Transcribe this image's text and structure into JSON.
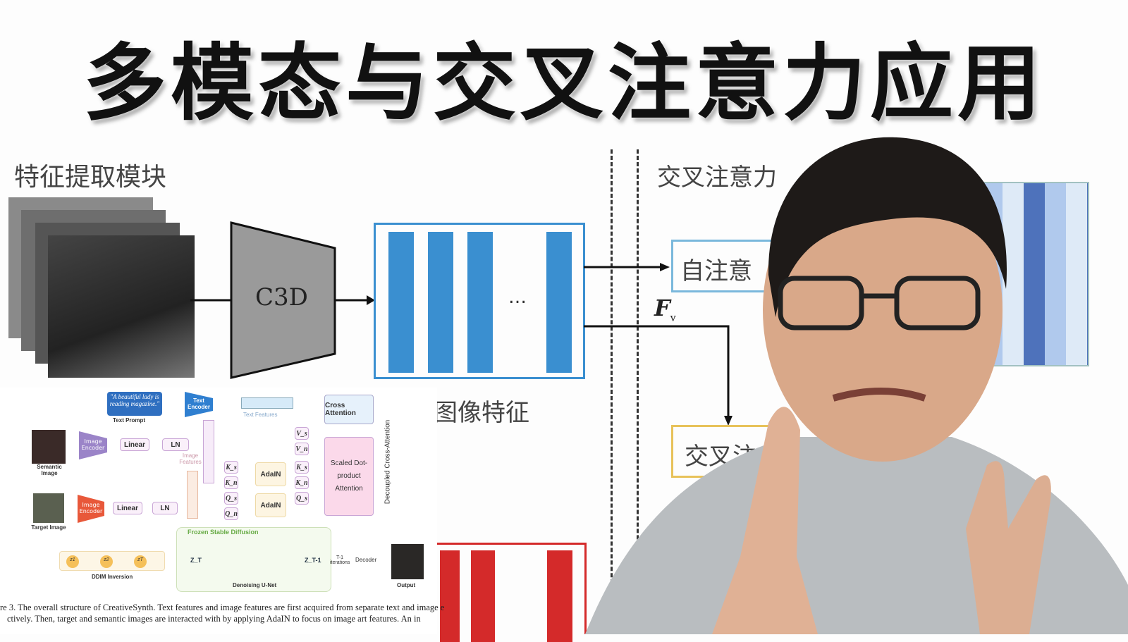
{
  "title": "多模态与交叉注意力应用",
  "diagram": {
    "feature_module_label": "特征提取模块",
    "c3d_label": "C3D",
    "ellipsis": "…",
    "image_features_label": "图像特征",
    "cross_attention_module_label": "交叉注意力",
    "self_attention_box": "自注意",
    "cross_attention_box": "交叉注",
    "fv_label": "F",
    "fv_sub": "v"
  },
  "figure": {
    "text_prompt_quote": "\"A beautiful lady is reading magazine.\"",
    "text_prompt": "Text Prompt",
    "text_encoder": "Text Encoder",
    "text_features": "Text Features",
    "cross_attention": "Cross Attention",
    "semantic_image": "Semantic Image",
    "target_image": "Target Image",
    "image_encoder": "Image Encoder",
    "linear": "Linear",
    "ln": "LN",
    "image_features": "Image Features",
    "adain": "AdaIN",
    "scaled_attention": "Scaled Dot-product Attention",
    "decoupled": "Decoupled Cross-Attention",
    "frozen_sd": "Frozen Stable Diffusion",
    "ddim": "DDIM Inversion",
    "unet": "Denoising U-Net",
    "zt": "Z_T",
    "zt1": "Z_T-1",
    "iterations": "T-1 iterations",
    "decoder": "Decoder",
    "output": "Output",
    "keys": [
      "V_s",
      "V_n",
      "K_s",
      "K_n",
      "Q_s",
      "Q_n",
      "K_s",
      "K_n",
      "Q_s"
    ],
    "latents": [
      "z1",
      "z2",
      "zT"
    ],
    "caption_line1": "re 3. The overall structure of CreativeSynth. Text features and image features are first acquired from separate text and image e",
    "caption_line2": "ctively.  Then, target and semantic images are interacted with by applying AdaIN to focus on image art features.  An in"
  },
  "colors": {
    "blue": "#3a8fd0",
    "red": "#d42a2a",
    "orange": "#e8c25a"
  }
}
